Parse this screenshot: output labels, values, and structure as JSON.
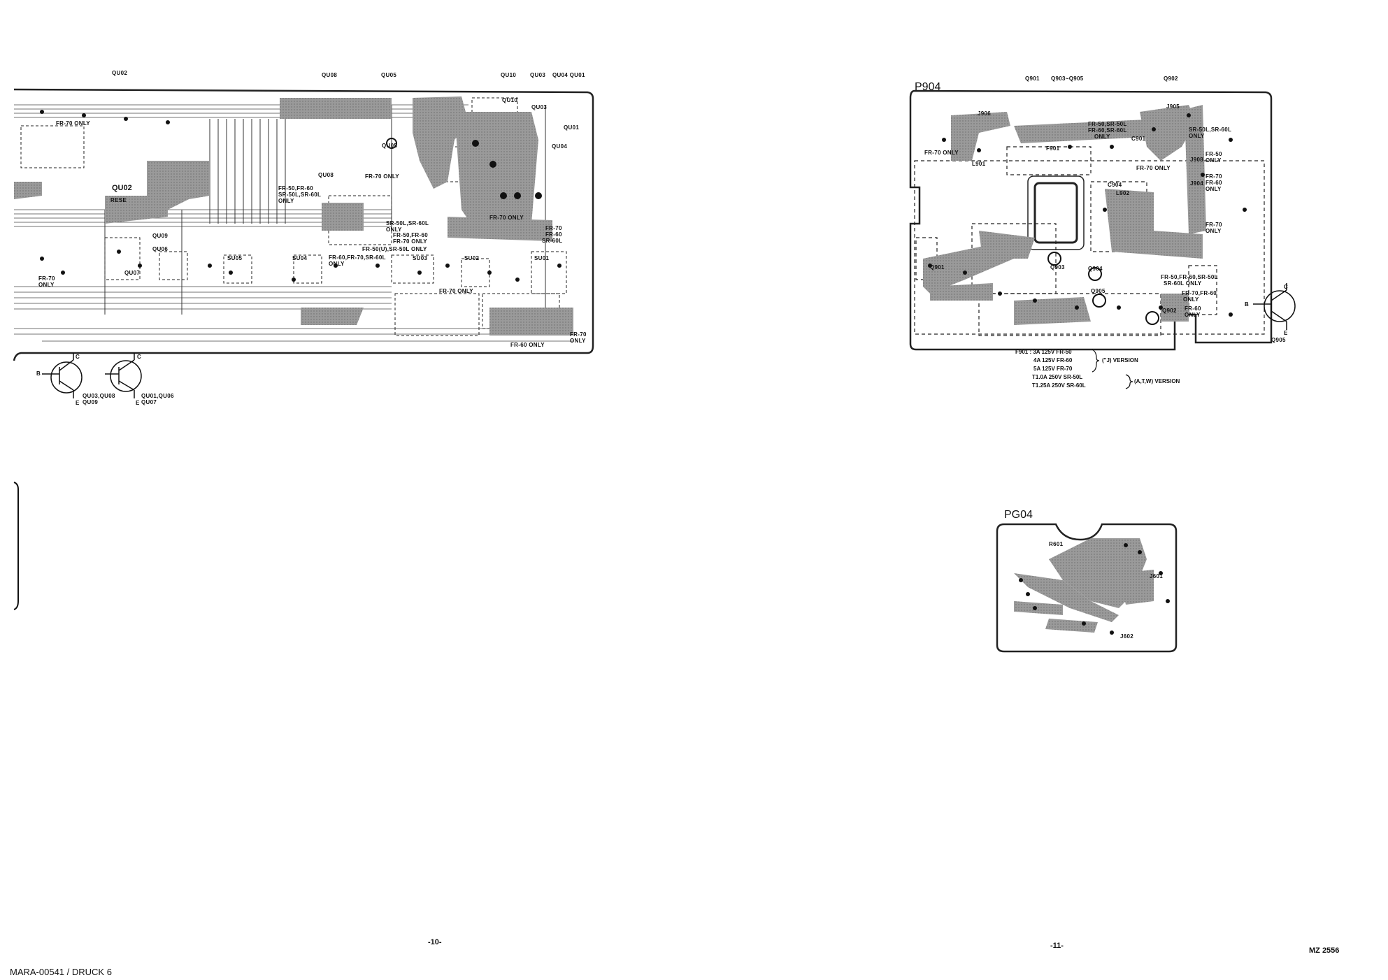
{
  "left_page": {
    "top_labels": [
      "QU02",
      "QU08",
      "QU05",
      "QU10",
      "QU03",
      "QU04 QU01"
    ],
    "board_labels": [
      "FR-70 ONLY",
      "QU02",
      "RESE",
      "QU06",
      "QU08",
      "FR-70 ONLY",
      "FR-50,FR-60",
      "SR-50L,SR-60L",
      "ONLY",
      "SR-50L,SR-60L",
      "ONLY",
      "FR-50,FR-60",
      "FR-70 ONLY",
      "FR-50(U),SR-50L ONLY",
      "FR-60,FR-70,SR-60L",
      "ONLY",
      "FR-70",
      "ONLY",
      "FR-70 ONLY",
      "FR-70 ONLY",
      "FR-70",
      "FR-60",
      "SR-60L",
      "FR-60 ONLY",
      "FR-70",
      "ONLY",
      "QU10",
      "QU03",
      "QU04",
      "QU01",
      "QU05",
      "QU09",
      "QU07",
      "SU01",
      "SU02",
      "SU03",
      "SU04",
      "SU05"
    ],
    "transistor_labels": {
      "b1": "B",
      "c1": "C",
      "e1": "E",
      "name1": "QU03,QU08",
      "name1b": "QU09",
      "c2": "C",
      "e2": "E",
      "name2": "QU01,QU06",
      "name2b": "QU07"
    },
    "page_number": "-10-",
    "footer_code": "MARA-00541 / DRUCK 6"
  },
  "right_page": {
    "top_labels": [
      "Q901",
      "Q903~Q905",
      "Q902"
    ],
    "board_title": "P904",
    "board_labels": [
      "FR-50,SR-50L",
      "FR-60,SR-60L",
      "ONLY",
      "SR-50L,SR-60L",
      "ONLY",
      "FR-70 ONLY",
      "FR-70 ONLY",
      "FR-50",
      "ONLY",
      "FR-70",
      "FR-60",
      "ONLY",
      "FR-70",
      "ONLY",
      "FR-50,FR-60,SR-50L",
      "SR-60L ONLY",
      "FR-70,FR-60",
      "ONLY",
      "FR-60",
      "ONLY",
      "Q903",
      "Q904",
      "Q905",
      "Q902",
      "J906",
      "J905",
      "J908",
      "J904",
      "F901",
      "L901",
      "L902",
      "C904",
      "C901",
      "Q901"
    ],
    "fuse_notes": {
      "line1": "F901 : 3A  125V  FR-50",
      "line2": "4A  125V  FR-60",
      "line3": "5A  125V  FR-70",
      "line4": "T1.0A  250V  SR-50L",
      "line5": "T1.25A  250V  SR-60L",
      "version1": "(\"J) VERSION",
      "version2": "(A,T,W) VERSION"
    },
    "transistor_labels": {
      "b": "B",
      "c": "C",
      "e": "E",
      "name": "Q905"
    },
    "board2_title": "PG04",
    "board2_labels": [
      "R601",
      "J601",
      "J602"
    ],
    "page_number": "-11-",
    "footer_code": "MZ 2556"
  }
}
